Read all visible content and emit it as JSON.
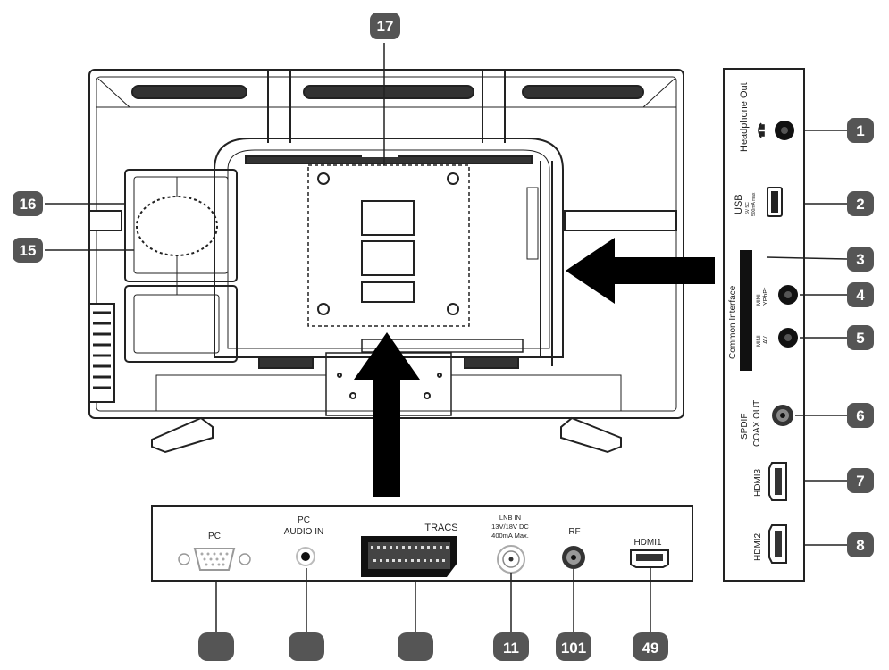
{
  "callouts": {
    "n1": "1",
    "n2": "2",
    "n3": "3",
    "n4": "4",
    "n5": "5",
    "n6": "6",
    "n7": "7",
    "n8": "8",
    "n9": "49",
    "n10": "101",
    "n11": "11",
    "n15": "15",
    "n16": "16",
    "n17": "17"
  },
  "side_panel": {
    "headphone": "Headphone Out",
    "usb_title": "USB",
    "usb_line1": "5V 5C",
    "usb_line2": "500mA max",
    "common_interface": "Common Interface",
    "ypbpr_line1": "MINI",
    "ypbpr_line2": "YPbPr",
    "av_line1": "MINI",
    "av_line2": "AV",
    "spdif_line1": "SPDIF",
    "spdif_line2": "COAX OUT",
    "hdmi3": "HDMI3",
    "hdmi2": "HDMI2"
  },
  "bottom_panel": {
    "pc": "PC",
    "pc_audio_line1": "PC",
    "pc_audio_line2": "AUDIO IN",
    "scart": "TRACS",
    "lnb_line1": "LNB IN",
    "lnb_line2": "13V/18V DC",
    "lnb_line3": "400mA Max.",
    "rf": "RF",
    "hdmi1": "HDMI1"
  }
}
